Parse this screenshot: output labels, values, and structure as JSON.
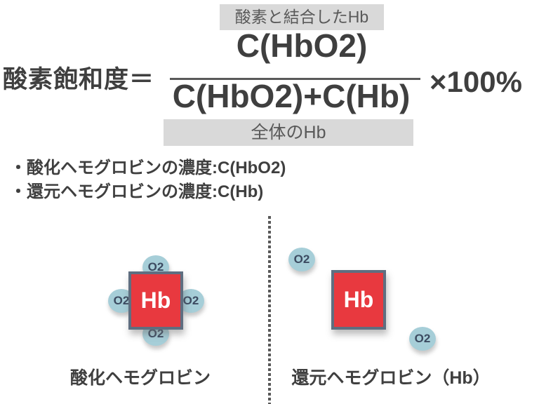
{
  "formula": {
    "lhs": "酸素飽和度＝",
    "numerator": "C(HbO2)",
    "denominator": "C(HbO2)+C(Hb)",
    "multiplier": "×100%",
    "numerator_label": "酸素と結合したHb",
    "denominator_label": "全体のHb"
  },
  "definitions": {
    "bullet1": "・酸化ヘモグロビンの濃度:C(HbO2)",
    "bullet2": "・還元ヘモグロビンの濃度:C(Hb)"
  },
  "diagram": {
    "hb_label": "Hb",
    "o2_label": "O2",
    "left_caption": "酸化ヘモグロビン",
    "right_caption": "還元ヘモグロビン（Hb）"
  },
  "colors": {
    "text_dark": "#3f3f3f",
    "label_bg": "#d9d9d9",
    "label_text": "#595959",
    "hb_red": "#e8393f",
    "hb_border": "#5f6e80",
    "o2_fill": "#a6ced8",
    "o2_text": "#3c4b61",
    "divider_dot": "#595959"
  }
}
